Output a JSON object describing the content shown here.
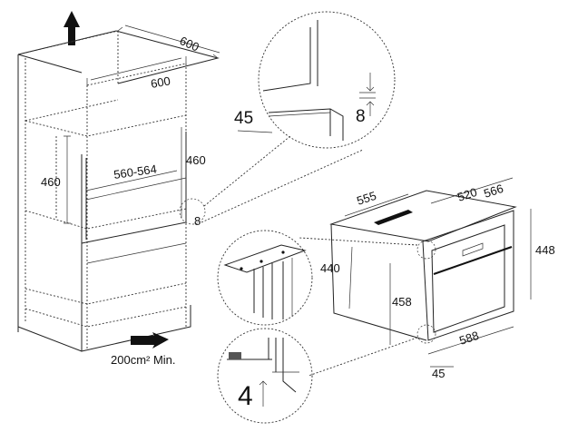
{
  "cabinet": {
    "width": "600",
    "depth": "600",
    "niche_height_left": "460",
    "niche_height_right": "460",
    "niche_width": "560-564",
    "gap": "8"
  },
  "detail_top": {
    "depth": "45",
    "gap": "8"
  },
  "ventilation": {
    "label": "200cm² Min."
  },
  "oven": {
    "depth": "555",
    "inner_width": "520",
    "width": "566",
    "height_side": "440",
    "height_total": "448",
    "door_height": "458",
    "front_width": "588",
    "front_offset": "45"
  },
  "detail_bottom": {
    "gap": "4"
  }
}
